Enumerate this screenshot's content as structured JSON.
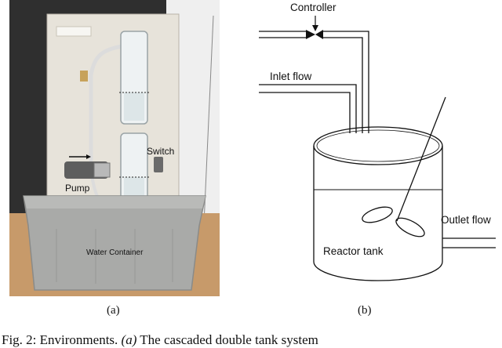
{
  "photo": {
    "labels": {
      "pump": "Pump",
      "switch": "Switch",
      "water_container": "Water Container"
    }
  },
  "diagram": {
    "labels": {
      "controller": "Controller",
      "inlet_flow": "Inlet flow",
      "outlet_flow": "Outlet flow",
      "reactor_tank": "Reactor tank"
    }
  },
  "subcaptions": {
    "a": "(a)",
    "b": "(b)"
  },
  "caption": {
    "prefix": "Fig. 2: Environments. ",
    "italic": "(a)",
    "rest": " The cascaded double tank system"
  },
  "colors": {
    "backboard": "#e7e3da",
    "container": "#a9aaa8",
    "floor": "#c79a6a"
  }
}
